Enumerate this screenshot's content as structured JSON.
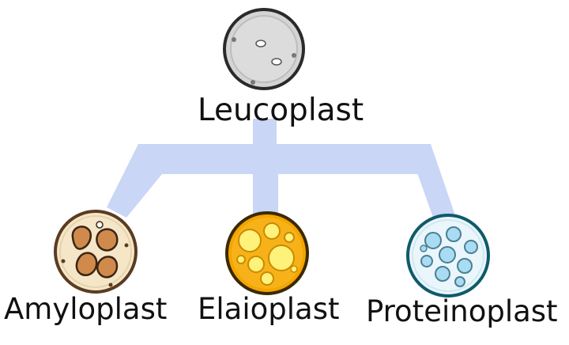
{
  "diagram": {
    "root": {
      "label": "Leucoplast"
    },
    "children": [
      {
        "label": "Amyloplast",
        "icon": "starch-granule-plastid-icon"
      },
      {
        "label": "Elaioplast",
        "icon": "oil-droplet-plastid-icon"
      },
      {
        "label": "Proteinoplast",
        "icon": "protein-body-plastid-icon"
      }
    ],
    "colors": {
      "connector": "#c9d6f5",
      "leucoplast_fill": "#d4d4d4",
      "amyloplast_fill": "#f6e6c8",
      "amyloplast_granules": "#d08a4b",
      "elaioplast_fill": "#f5a400",
      "elaioplast_droplets": "#fff27a",
      "proteinoplast_fill": "#eaf6fb",
      "proteinoplast_bodies": "#a9dcf2",
      "outline": "#2a2a2a"
    }
  }
}
